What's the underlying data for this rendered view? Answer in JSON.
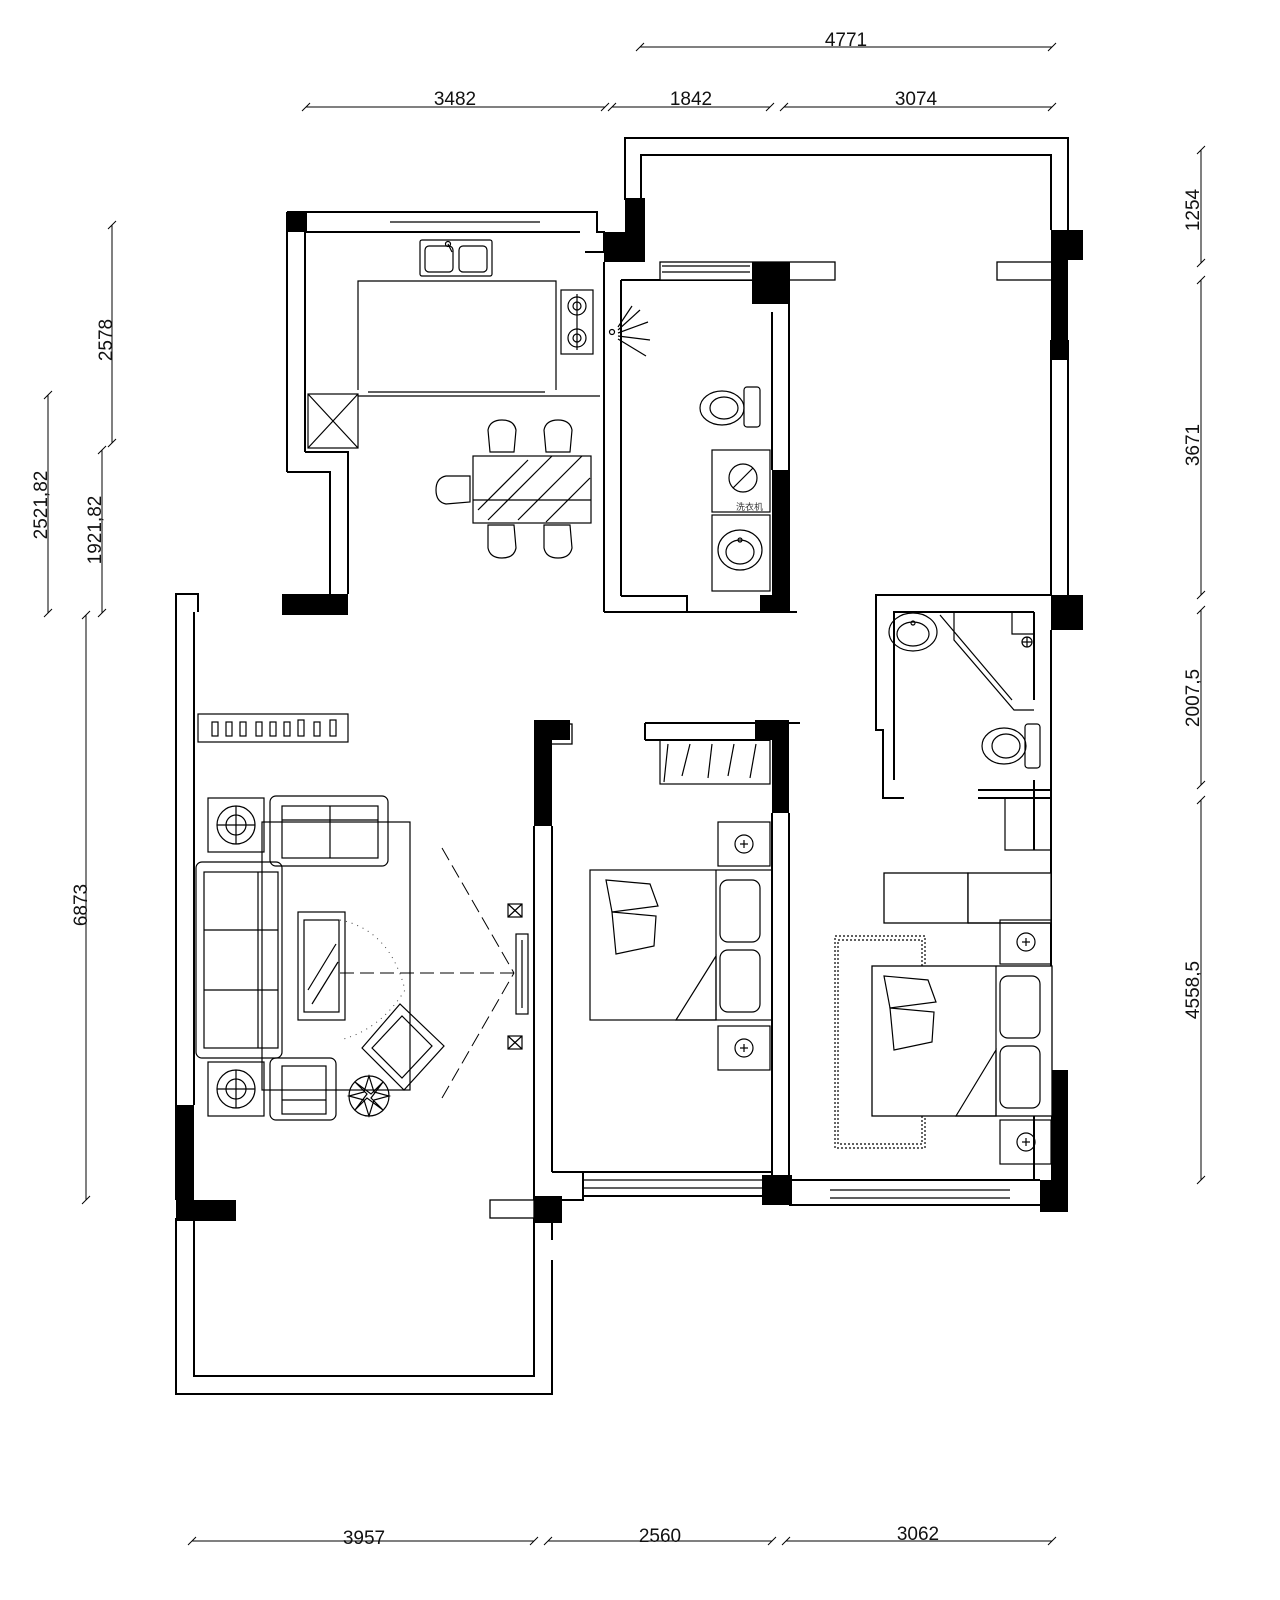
{
  "dimensions": {
    "top_outer": "4771",
    "top_1": "3482",
    "top_2": "1842",
    "top_3": "3074",
    "bottom_1": "3957",
    "bottom_2": "2560",
    "bottom_3": "3062",
    "left_outer_1": "2521,82",
    "left_inner_1": "2578",
    "left_inner_2": "1921,82",
    "left_outer_2": "6873",
    "right_1": "1254",
    "right_2": "3671",
    "right_3": "2007,5",
    "right_4": "4558,5"
  },
  "labels": {
    "laundry": "洗衣机"
  }
}
